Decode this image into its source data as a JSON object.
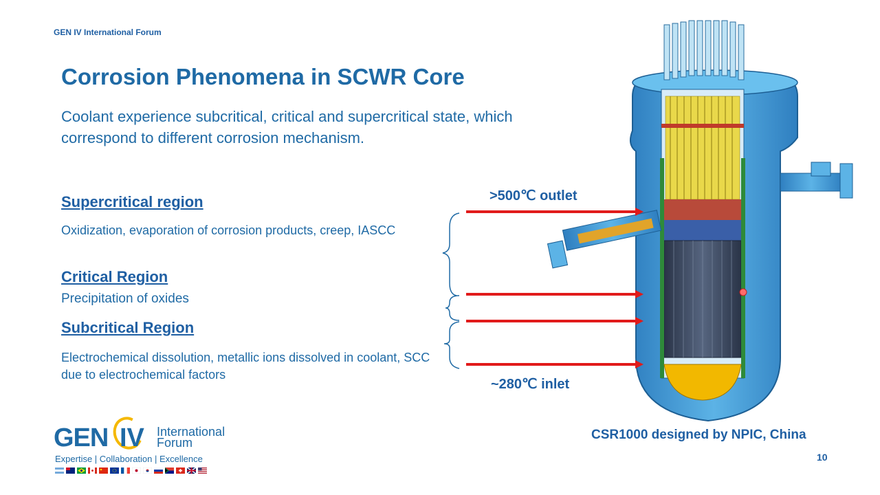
{
  "header": {
    "forum": "GEN IV International Forum"
  },
  "slide": {
    "title": "Corrosion Phenomena in SCWR Core",
    "subtitle": "Coolant experience subcritical, critical and supercritical state, which correspond to different corrosion mechanism.",
    "number": "10"
  },
  "regions": [
    {
      "heading": "Supercritical region",
      "description": "Oxidization, evaporation of corrosion products, creep, IASCC"
    },
    {
      "heading": "Critical Region",
      "description": "Precipitation of oxides"
    },
    {
      "heading": "Subcritical Region",
      "description": "Electrochemical dissolution, metallic ions dissolved in coolant, SCC due to electrochemical factors"
    }
  ],
  "diagram": {
    "outlet_label": ">500℃ outlet",
    "inlet_label": "~280℃ inlet",
    "caption": "CSR1000 designed by NPIC, China",
    "colors": {
      "vessel": "#4a9fd6",
      "fuel": "#e9d84a",
      "arrow": "#e11b1b",
      "core": "#3b4a63"
    }
  },
  "logo": {
    "gen": "GEN",
    "iv": "IV",
    "international": "International",
    "forum": "Forum",
    "tagline": "Expertise | Collaboration | Excellence",
    "flags": [
      "flag-argentina",
      "flag-australia",
      "flag-brazil",
      "flag-canada",
      "flag-china",
      "flag-euratom",
      "flag-france",
      "flag-japan",
      "flag-korea",
      "flag-russia",
      "flag-south-africa",
      "flag-switzerland",
      "flag-uk",
      "flag-usa"
    ]
  }
}
